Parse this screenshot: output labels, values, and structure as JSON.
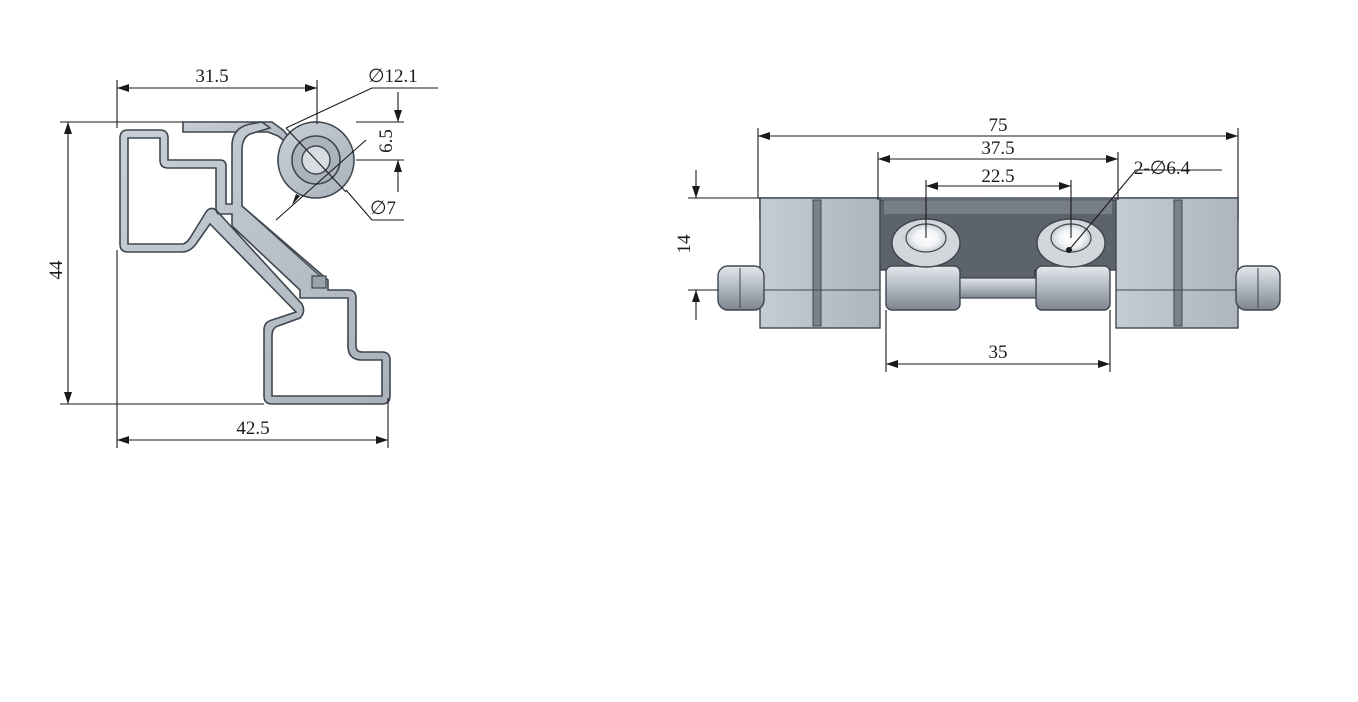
{
  "side_view": {
    "dimensions": {
      "top_width": "31.5",
      "pin_diameter": "∅12.1",
      "offset": "6.5",
      "inner_diameter": "∅7",
      "height": "44",
      "bottom_width": "42.5"
    }
  },
  "front_view": {
    "dimensions": {
      "total_length": "75",
      "hole_span": "37.5",
      "inner_span": "22.5",
      "hole_callout": "2-∅6.4",
      "thickness": "14",
      "knuckle_span": "35"
    }
  },
  "colors": {
    "metal_fill": "#b9c0c8",
    "metal_dark": "#5d636b",
    "metal_light": "#dfe3e8",
    "outline": "#3f4650",
    "line": "#1a1a1a"
  }
}
